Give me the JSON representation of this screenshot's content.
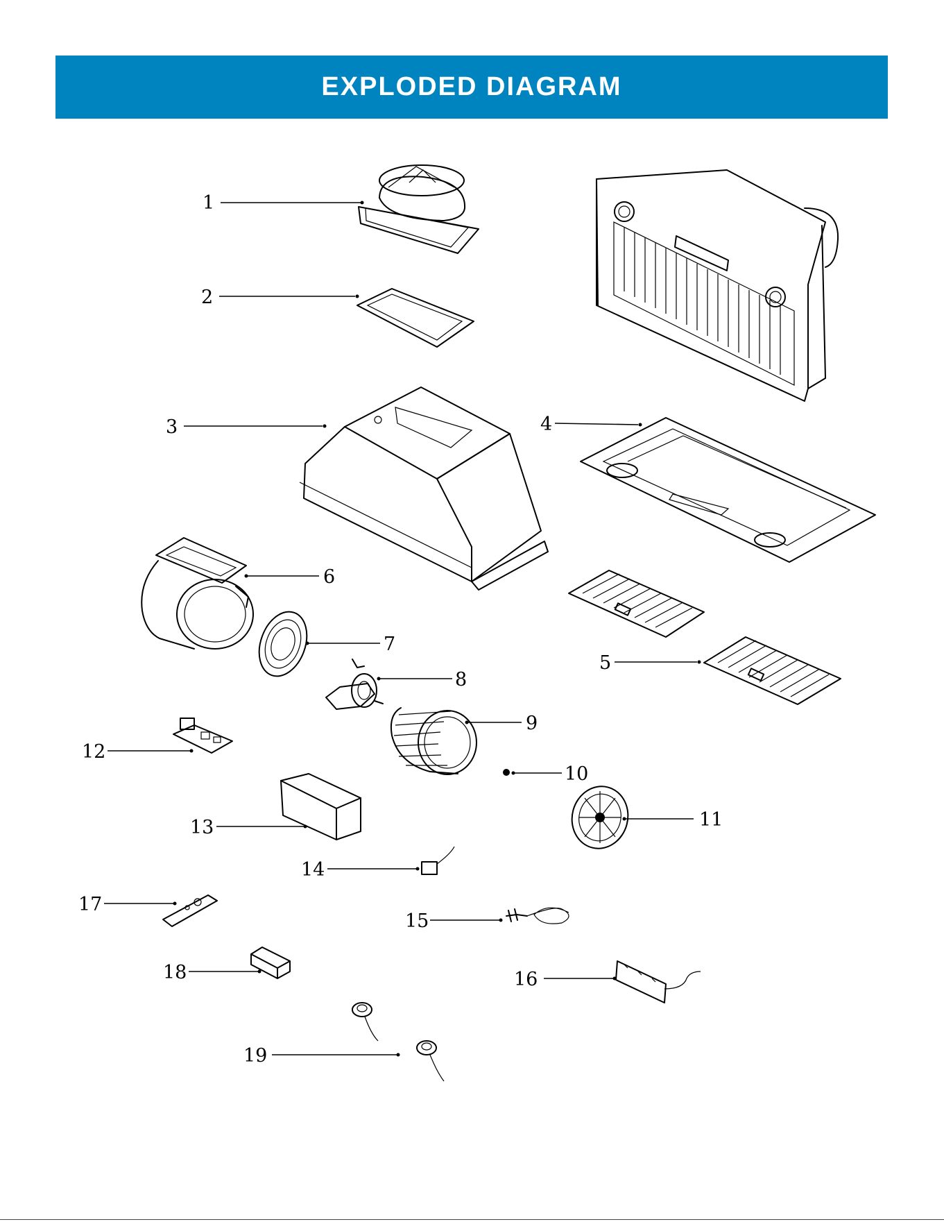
{
  "header": {
    "title": "EXPLODED DIAGRAM",
    "color": "#0084bf"
  },
  "callouts": [
    "1",
    "2",
    "3",
    "4",
    "5",
    "6",
    "7",
    "8",
    "9",
    "10",
    "11",
    "12",
    "13",
    "14",
    "15",
    "16",
    "17",
    "18",
    "19"
  ]
}
